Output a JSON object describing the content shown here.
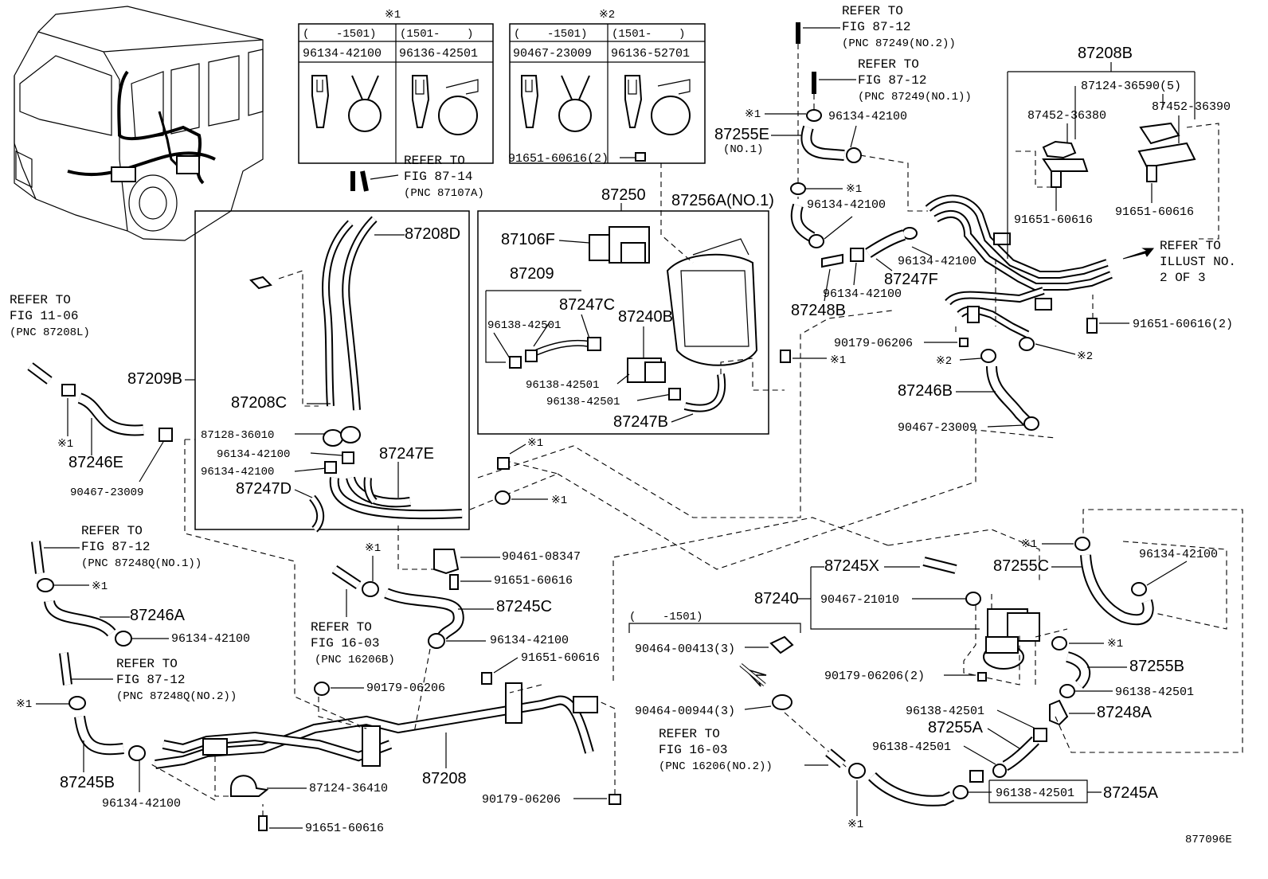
{
  "diagram_id": "877096E",
  "note_marks": {
    "n1": "※1",
    "n2": "※2"
  },
  "table1": {
    "mark": "※1",
    "cols": [
      {
        "range": "(    -1501)",
        "part": "96134-42100"
      },
      {
        "range": "(1501-    )",
        "part": "96136-42501"
      }
    ]
  },
  "table2": {
    "mark": "※2",
    "cols": [
      {
        "range": "(    -1501)",
        "part": "90467-23009"
      },
      {
        "range": "(1501-    )",
        "part": "96136-52701"
      }
    ]
  },
  "labels": {
    "p87208B": "87208B",
    "p87124_36590": "87124-36590(5)",
    "p87452_36380": "87452-36380",
    "p87452_36390": "87452-36390",
    "p91651_60616_a": "91651-60616",
    "p91651_60616_b": "91651-60616",
    "ref_illust_1": "REFER TO",
    "ref_illust_2": "ILLUST NO.",
    "ref_illust_3": "2 OF 3",
    "p91651_60616_2_r": "91651-60616(2)",
    "p87255E": "87255E",
    "p87255E_sub": "(NO.1)",
    "p96134_42100_t1": "96134-42100",
    "p96134_42100_t2": "96134-42100",
    "p96134_42100_t3": "96134-42100",
    "p96134_42100_t4": "96134-42100",
    "p87247F": "87247F",
    "p87248B": "87248B",
    "p87256A": "87256A(NO.1)",
    "p90179_06206_t": "90179-06206",
    "p87246B": "87246B",
    "p90467_23009_r": "90467-23009",
    "ref1287_1a": "REFER TO",
    "ref1287_1b": "FIG 87-12",
    "ref1287_1c": "(PNC 87249(NO.2))",
    "ref1287_2a": "REFER TO",
    "ref1287_2b": "FIG 87-12",
    "ref1287_2c": "(PNC 87249(NO.1))",
    "p91651_60616_2_top": "91651-60616(2)",
    "ref8714_a": "REFER TO",
    "ref8714_b": "FIG 87-14",
    "ref8714_c": "(PNC 87107A)",
    "p87250": "87250",
    "p87106F": "87106F",
    "p87209": "87209",
    "p87247C": "87247C",
    "p96138_42501_a": "96138-42501",
    "p87240B": "87240B",
    "p96138_42501_b": "96138-42501",
    "p96138_42501_c": "96138-42501",
    "p87247B": "87247B",
    "p87208D": "87208D",
    "p87208C": "87208C",
    "p87209B": "87209B",
    "p87128_36010": "87128-36010",
    "p96134_42100_l1": "96134-42100",
    "p96134_42100_l2": "96134-42100",
    "p87247E": "87247E",
    "p87247D": "87247D",
    "ref1106_a": "REFER TO",
    "ref1106_b": "FIG 11-06",
    "ref1106_c": "(PNC 87208L)",
    "p87246E": "87246E",
    "p90467_23009_l": "90467-23009",
    "ref12Q1_a": "REFER TO",
    "ref12Q1_b": "FIG 87-12",
    "ref12Q1_c": "(PNC 87248Q(NO.1))",
    "p87246A": "87246A",
    "p96134_42100_b1": "96134-42100",
    "ref12Q2_a": "REFER TO",
    "ref12Q2_b": "FIG 87-12",
    "ref12Q2_c": "(PNC 87248Q(NO.2))",
    "p87245B": "87245B",
    "p96134_42100_b2": "96134-42100",
    "p90461_08347": "90461-08347",
    "p91651_60616_m": "91651-60616",
    "p87245C": "87245C",
    "ref1603a_a": "REFER TO",
    "ref1603a_b": "FIG 16-03",
    "ref1603a_c": "(PNC 16206B)",
    "p96134_42100_m": "96134-42100",
    "p91651_60616_m2": "91651-60616",
    "p90179_06206_m": "90179-06206",
    "p87208": "87208",
    "p87124_36410": "87124-36410",
    "p91651_60616_bot": "91651-60616",
    "p90179_06206_b": "90179-06206",
    "p87245X": "87245X",
    "p87240": "87240",
    "p90467_21010": "90467-21010",
    "p1501": "(    -1501)",
    "p90464_00413": "90464-00413(3)",
    "p90179_06206_2": "90179-06206(2)",
    "p90464_00944": "90464-00944(3)",
    "ref1603b_a": "REFER TO",
    "ref1603b_b": "FIG 16-03",
    "ref1603b_c": "(PNC 16206(NO.2))",
    "p87255C": "87255C",
    "p96134_42100_r": "96134-42100",
    "p87255B": "87255B",
    "p96138_42501_r1": "96138-42501",
    "p96138_42501_r2": "96138-42501",
    "p87248A": "87248A",
    "p87255A": "87255A",
    "p96138_42501_r3": "96138-42501",
    "p96138_42501_r4": "96138-42501",
    "p87245A": "87245A"
  }
}
